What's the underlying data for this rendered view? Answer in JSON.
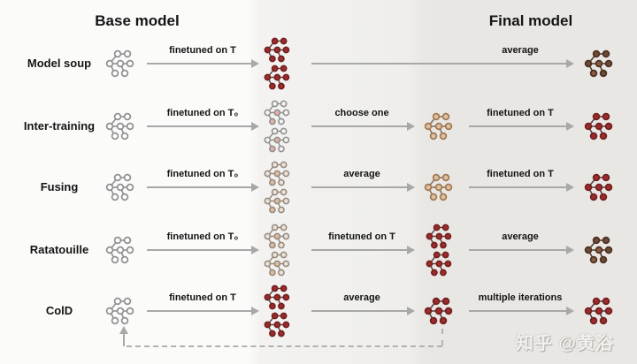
{
  "page": {
    "title_left": "Base model",
    "title_right": "Final model",
    "watermark": "知乎 @黄浴"
  },
  "palette": {
    "finetuned_red": "#9e2b2b",
    "intermediate_tan": "#dec0a2",
    "intermediate_beige": "#eae2d9",
    "base_gray_node": "#ffffff",
    "final_olive_brown": "#6e4936",
    "arrow_gray": "#a8a8a8",
    "dashed_loop_gray": "#b3b1ae",
    "background_left": "#fbfbfa",
    "background_right": "#e9e7e4"
  },
  "rows": [
    {
      "label": "Model soup",
      "arrow1": "finetuned on T",
      "arrow2": "average"
    },
    {
      "label": "Inter-training",
      "arrow1": "finetuned on T₀",
      "arrow2": "choose one",
      "arrow3": "finetuned on T"
    },
    {
      "label": "Fusing",
      "arrow1": "finetuned on T₀",
      "arrow2": "average",
      "arrow3": "finetuned on T"
    },
    {
      "label": "Ratatouille",
      "arrow1": "finetuned on T₀",
      "arrow2": "finetuned on T",
      "arrow3": "average"
    },
    {
      "label": "ColD",
      "arrow1": "finetuned on T",
      "arrow2": "average",
      "arrow3": "multiple iterations"
    }
  ]
}
